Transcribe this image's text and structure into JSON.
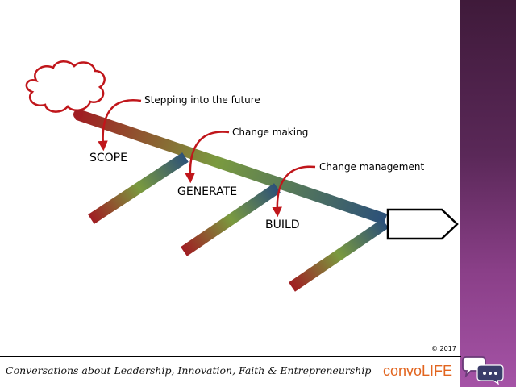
{
  "diagram": {
    "stages": [
      "SCOPE",
      "GENERATE",
      "BUILD"
    ],
    "notes": [
      "Stepping into the future",
      "Change making",
      "Change management"
    ]
  },
  "footer": {
    "copyright": "© 2017",
    "tagline": "Conversations about Leadership, Innovation, Faith & Entrepreneurship",
    "brand": "convoLIFE"
  },
  "icons": {
    "head_cloud": "cloud-icon",
    "tail_arrow": "arrow-outline-icon",
    "brand_icon": "chat-bubbles-icon"
  },
  "colors": {
    "arrow_red": "#c0161b",
    "bone_red": "#a01d22",
    "bone_green": "#7a9a3f",
    "bone_blue": "#2a4f7a",
    "side_band": "#8a3f88",
    "brand_orange": "#e2651f"
  }
}
